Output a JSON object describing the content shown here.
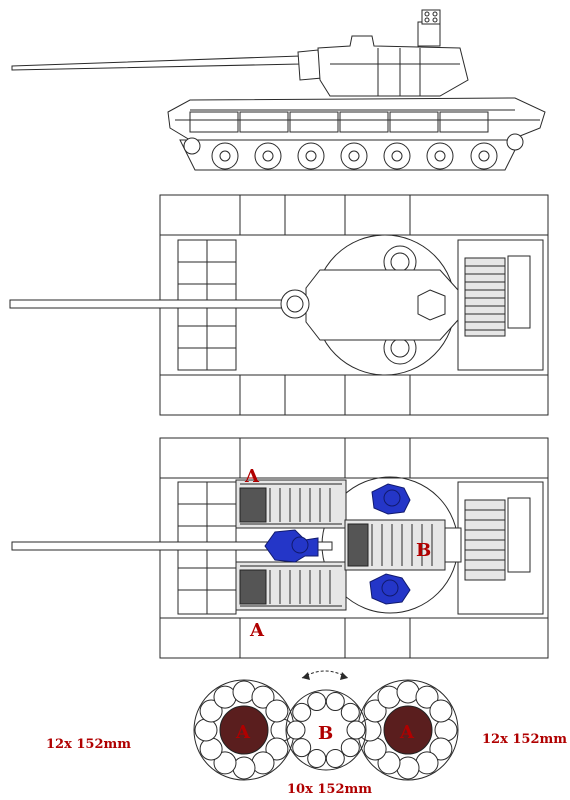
{
  "labels": {
    "autoloader_a_top": "A",
    "autoloader_a_bottom": "A",
    "autoloader_b": "B",
    "drum_left": "A",
    "drum_center": "B",
    "drum_right": "A"
  },
  "captions": {
    "left_capacity": "12x 152mm",
    "right_capacity": "12x 152mm",
    "center_capacity": "10x 152mm"
  },
  "colors": {
    "label_red": "#b00000",
    "crew_blue": "#2436c8",
    "magazine_dark": "#555555"
  }
}
